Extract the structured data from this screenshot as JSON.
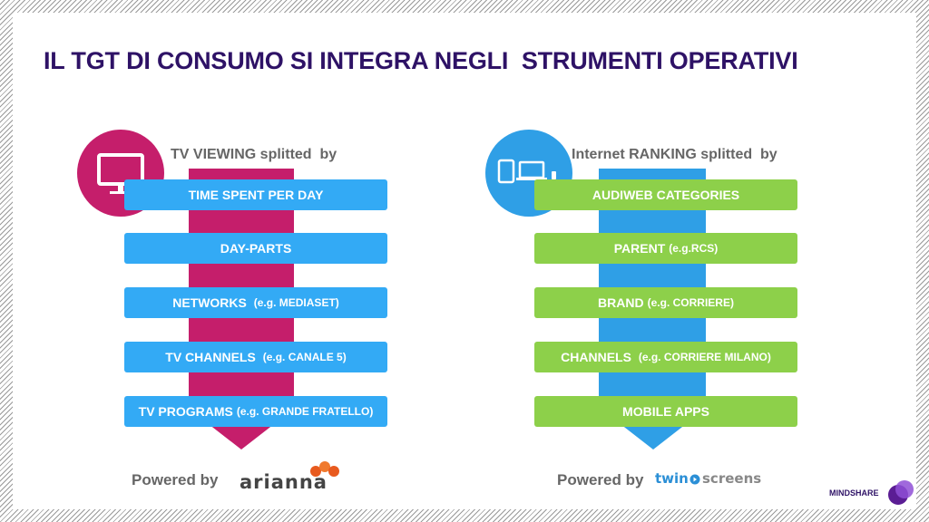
{
  "title": "IL TGT DI CONSUMO SI INTEGRA NEGLI  STRUMENTI OPERATIVI",
  "left_panel": {
    "heading": "TV VIEWING splitted  by",
    "icon": "tv-icon",
    "items": [
      {
        "main": "TIME SPENT PER DAY",
        "example": ""
      },
      {
        "main": "DAY-PARTS",
        "example": ""
      },
      {
        "main": "NETWORKS ",
        "example": "(e.g. MEDIASET)"
      },
      {
        "main": "TV CHANNELS ",
        "example": "(e.g. CANALE 5)"
      },
      {
        "main": "TV PROGRAMS",
        "example": "(e.g. GRANDE FRATELLO)"
      }
    ],
    "powered_by": "Powered by",
    "logo": "arianna"
  },
  "right_panel": {
    "heading": "Internet RANKING splitted  by",
    "icon": "devices-icon",
    "items": [
      {
        "main": "AUDIWEB CATEGORIES",
        "example": ""
      },
      {
        "main": "PARENT",
        "example": "(e.g.RCS)"
      },
      {
        "main": "BRAND",
        "example": "(e.g. CORRIERE)"
      },
      {
        "main": "CHANNELS ",
        "example": "(e.g. CORRIERE MILANO)"
      },
      {
        "main": "MOBILE APPS",
        "example": ""
      }
    ],
    "powered_by": "Powered by",
    "logo_left": "twin",
    "logo_right": "screens"
  },
  "brand": "MINDSHARE",
  "colors": {
    "title": "#2e1266",
    "tv_accent": "#c51e6b",
    "web_accent": "#2f9fe6",
    "blue_bar": "#33aaf5",
    "green_bar": "#8dd04a",
    "arianna_orange": "#e85a1e"
  }
}
